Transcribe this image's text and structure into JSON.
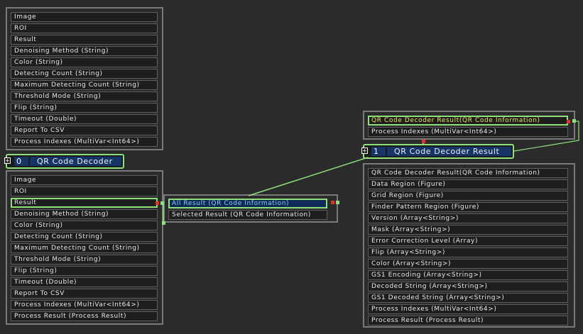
{
  "node0": {
    "index": "0",
    "title": "QR Code Decoder",
    "inputs_top": [
      "Image",
      "ROI",
      "Result",
      "Denoising Method (String)",
      "Color (String)",
      "Detecting Count (String)",
      "Maximum Detecting Count (String)",
      "Threshold Mode (String)",
      "Flip (String)",
      "Timeout (Double)",
      "Report To CSV",
      "Process Indexes (MultiVar<Int64>)"
    ],
    "ports_bottom": [
      "Image",
      "ROI",
      "Result",
      "Denoising Method (String)",
      "Color (String)",
      "Detecting Count (String)",
      "Maximum Detecting Count (String)",
      "Threshold Mode (String)",
      "Flip (String)",
      "Timeout (Double)",
      "Report To CSV",
      "Process Indexes (MultiVar<Int64>)",
      "Process Result (Process Result)"
    ]
  },
  "result_popup": {
    "items": [
      "All Result (QR Code Information)",
      "Selected Result (QR Code Information)"
    ]
  },
  "node1": {
    "index": "1",
    "title": "QR Code Decoder Result",
    "inputs_top": [
      "QR Code Decoder Result(QR Code Information)",
      "Process Indexes (MultiVar<Int64>)"
    ],
    "ports_bottom": [
      "QR Code Decoder Result(QR Code Information)",
      "Data Region (Figure)",
      "Grid Region (Figure)",
      "Finder Pattern Region (Figure)",
      "Version (Array<String>)",
      "Mask (Array<String>)",
      "Error Correction Level (Array)",
      "Flip (Array<String>)",
      "Color (Array<String>)",
      "GS1 Encoding (Array<String>)",
      "Decoded String (Array<String>)",
      "GS1 Decoded String (Array<String>)",
      "Process Indexes (MultiVar<Int64>)",
      "Process Result (Process Result)"
    ]
  },
  "toggle_symbol": "+",
  "colors": {
    "connection": "#8ee07a",
    "pin_red": "#e03030",
    "node_header": "#163466",
    "selected_item": "#0f2a55"
  }
}
